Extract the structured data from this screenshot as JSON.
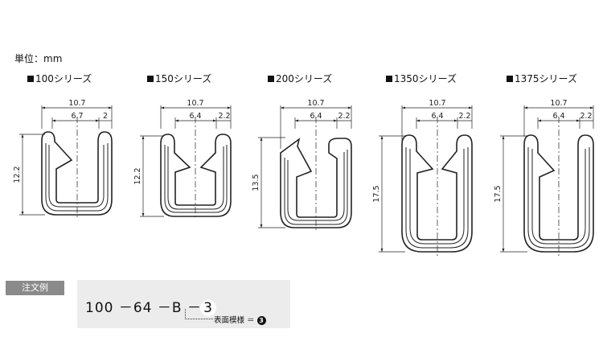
{
  "unit_label": "単位：mm",
  "series": [
    {
      "label": "100シリーズ",
      "width": "10.7",
      "inner": "6.7",
      "side": "2",
      "height": "12.2"
    },
    {
      "label": "150シリーズ",
      "width": "10.7",
      "inner": "6.4",
      "side": "2.2",
      "height": "12.2"
    },
    {
      "label": "200シリーズ",
      "width": "10.7",
      "inner": "6.4",
      "side": "2.2",
      "height": "13.5"
    },
    {
      "label": "1350シリーズ",
      "width": "10.7",
      "inner": "6.4",
      "side": "2.2",
      "height": "17.5"
    },
    {
      "label": "1375シリーズ",
      "width": "10.7",
      "inner": "6.4",
      "side": "2.2",
      "height": "17.5"
    }
  ],
  "order": {
    "tab_label": "注文例",
    "code_parts": [
      "100",
      "－",
      "64",
      "－B",
      "－"
    ],
    "code_last": "3",
    "note_label": "表面模様 ＝",
    "note_badge": "3"
  }
}
